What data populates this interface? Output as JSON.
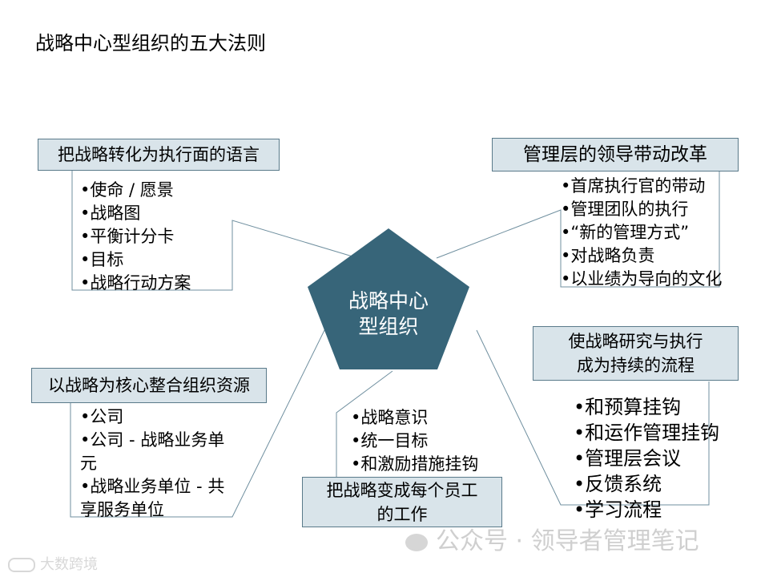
{
  "title": "战略中心型组织的五大法则",
  "center": {
    "line1": "战略中心",
    "line2": "型组织"
  },
  "top_left": {
    "label": "把战略转化为执行面的语言",
    "items": [
      "•使命 / 愿景",
      "•战略图",
      "•平衡计分卡",
      "•目标",
      "•战略行动方案"
    ]
  },
  "top_right": {
    "label": "管理层的领导带动改革",
    "items": [
      "•首席执行官的带动",
      "•管理团队的执行",
      "•“新的管理方式”",
      "•对战略负责",
      "•以业绩为导向的文化"
    ]
  },
  "mid_right": {
    "label_line1": "使战略研究与执行",
    "label_line2": "成为持续的流程",
    "items": [
      "•和预算挂钩",
      "•和运作管理挂钩",
      "•管理层会议",
      "•反馈系统",
      "•学习流程"
    ]
  },
  "mid_left": {
    "label": "以战略为核心整合组织资源",
    "items": [
      "•公司",
      "•公司 - 战略业务单元",
      "•战略业务单位 - 共享服务单位"
    ]
  },
  "bottom": {
    "label_line1": "把战略变成每个员工",
    "label_line2": "的工作",
    "items": [
      "•战略意识",
      "•统一目标",
      "•和激励措施挂钩"
    ]
  },
  "watermark": "公众号 · 领导者管理笔记",
  "logo_text": "大数跨境",
  "colors": {
    "pentagon": "#376579",
    "box_fill": "#d9e4ea",
    "box_border": "#5a7a8a",
    "line": "#6f8f9f"
  }
}
